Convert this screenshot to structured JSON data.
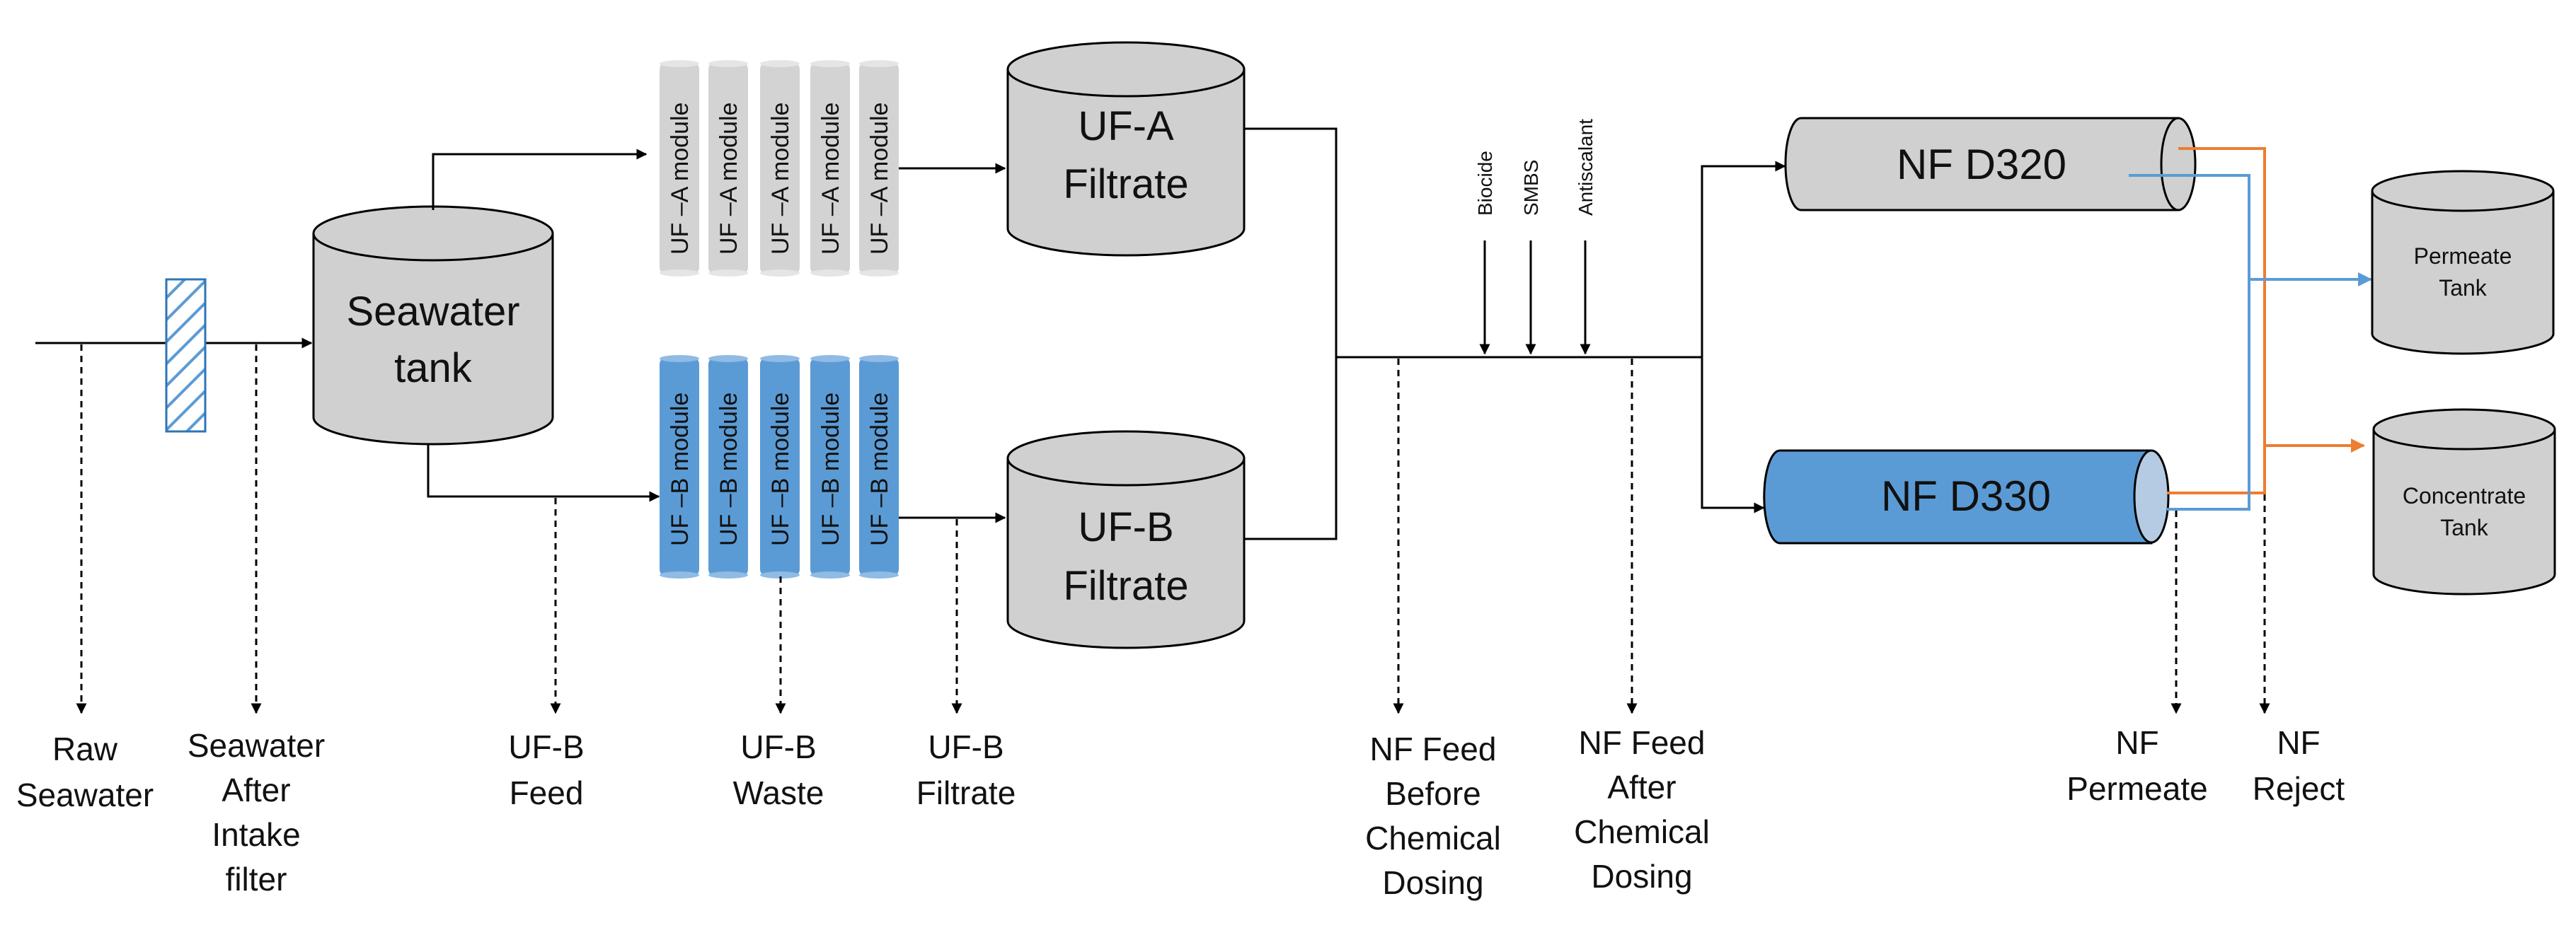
{
  "tanks": {
    "seawater": [
      "Seawater",
      "tank"
    ],
    "uf_a_filtrate": [
      "UF-A",
      "Filtrate"
    ],
    "uf_b_filtrate": [
      "UF-B",
      "Filtrate"
    ],
    "permeate": [
      "Permeate",
      "Tank"
    ],
    "concentrate": [
      "Concentrate",
      "Tank"
    ]
  },
  "modules": {
    "uf_a_label": "UF –A module",
    "uf_b_label": "UF –B module",
    "count_per_bank": 5
  },
  "nf_units": {
    "d320": "NF D320",
    "d330": "NF D330"
  },
  "chemicals": [
    "Biocide",
    "SMBS",
    "Antiscalant"
  ],
  "sampling_points": {
    "raw_seawater": [
      "Raw",
      "Seawater"
    ],
    "seawater_after_intake": [
      "Seawater",
      "After",
      "Intake",
      "filter"
    ],
    "uf_b_feed": [
      "UF-B",
      "Feed"
    ],
    "uf_b_waste": [
      "UF-B",
      "Waste"
    ],
    "uf_b_filtrate": [
      "UF-B",
      "Filtrate"
    ],
    "nf_feed_before": [
      "NF Feed",
      "Before",
      "Chemical",
      "Dosing"
    ],
    "nf_feed_after": [
      "NF Feed",
      "After",
      "Chemical",
      "Dosing"
    ],
    "nf_permeate": [
      "NF",
      "Permeate"
    ],
    "nf_reject": [
      "NF",
      "Reject"
    ]
  },
  "colors": {
    "tank_gray": "#d0d0d0",
    "uf_a_gray": "#d3d3d3",
    "uf_b_blue": "#5b9bd5",
    "nf_d330_blue": "#5b9bd5",
    "permeate_line": "#5b9bd5",
    "reject_line": "#ed7d31",
    "line": "#000000"
  }
}
